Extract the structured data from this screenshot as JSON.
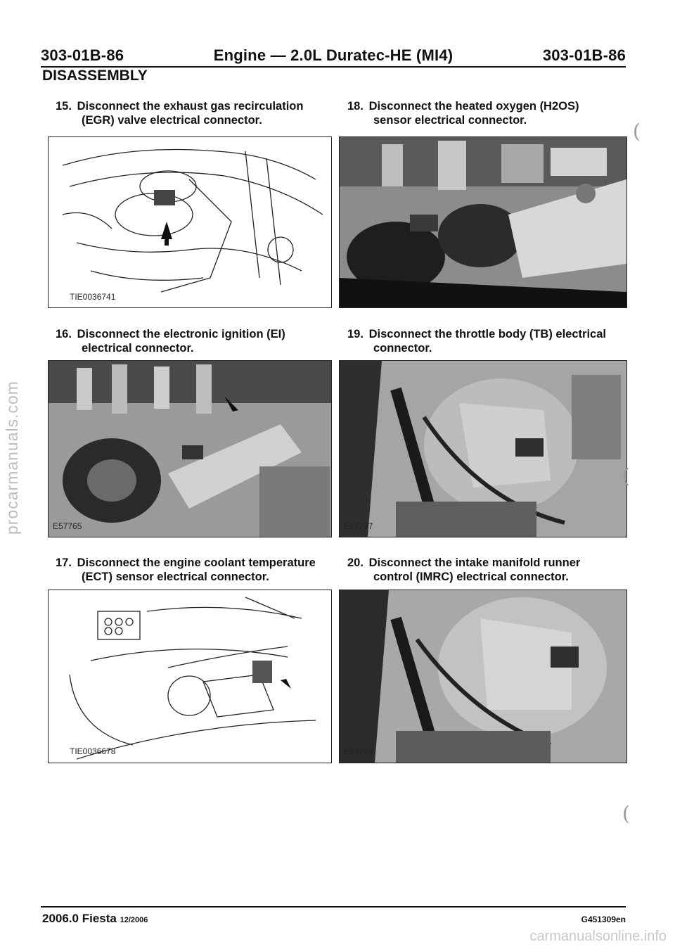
{
  "header": {
    "left": "303-01B-86",
    "center": "Engine — 2.0L Duratec-HE (MI4)",
    "right": "303-01B-86"
  },
  "section_title": "DISASSEMBLY",
  "steps": [
    {
      "num": "15.",
      "line1": "Disconnect the exhaust gas recirculation",
      "line2": "(EGR) valve electrical connector.",
      "figure_label": "TIE0036741"
    },
    {
      "num": "16.",
      "line1": "Disconnect the electronic ignition (EI)",
      "line2": "electrical connector.",
      "figure_label": "E57765"
    },
    {
      "num": "17.",
      "line1": "Disconnect the engine coolant temperature",
      "line2": "(ECT) sensor electrical connector.",
      "figure_label": "TIE0036678"
    },
    {
      "num": "18.",
      "line1": "Disconnect the heated oxygen (H2OS)",
      "line2": "sensor electrical connector.",
      "figure_label": ""
    },
    {
      "num": "19.",
      "line1": "Disconnect the throttle body (TB) electrical",
      "line2": "connector.",
      "figure_label": "E57767"
    },
    {
      "num": "20.",
      "line1": "Disconnect the intake manifold runner",
      "line2": "control (IMRC) electrical connector.",
      "figure_label": "E57768"
    }
  ],
  "footer": {
    "model": "2006.0 Fiesta",
    "date": "12/2006",
    "doc_code": "G451309en",
    "site": "carmanualsonline.info"
  },
  "watermark": "procarmanuals.com"
}
